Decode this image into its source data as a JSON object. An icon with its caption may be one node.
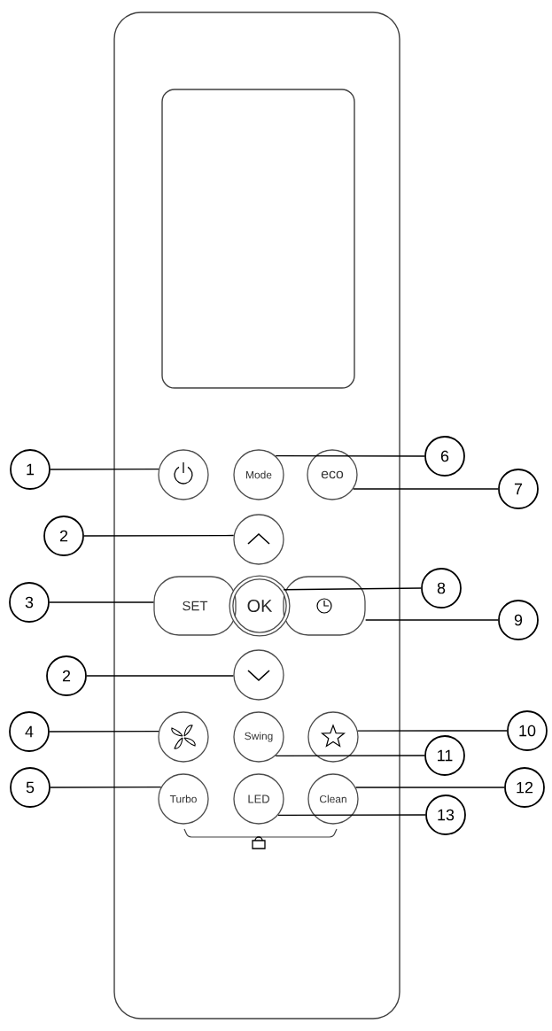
{
  "diagram": {
    "nodes": [
      {
        "text": [
          "1"
        ]
      },
      {
        "text": [],
        "shape": "circle"
      },
      {
        "text": [
          "Mode"
        ]
      },
      {
        "text": [
          "eco"
        ]
      },
      {
        "text": [
          "6"
        ]
      },
      {
        "text": [
          "7"
        ]
      },
      {
        "text": [
          "2"
        ]
      },
      {
        "text": [],
        "shape": "circle"
      },
      {
        "text": [
          "3"
        ]
      },
      {
        "text": [
          "SET"
        ]
      },
      {
        "text": [
          "OK"
        ]
      },
      {
        "text": [],
        "shape": "box"
      },
      {
        "text": [
          "8"
        ]
      },
      {
        "text": [
          "9"
        ]
      },
      {
        "text": [
          "2"
        ]
      },
      {
        "text": [],
        "shape": "circle"
      },
      {
        "text": [
          "4"
        ]
      },
      {
        "text": [],
        "shape": "circle"
      },
      {
        "text": [
          "Swing"
        ]
      },
      {
        "text": [],
        "shape": "circle"
      },
      {
        "text": [
          "10"
        ]
      },
      {
        "text": [
          "11"
        ]
      },
      {
        "text": [
          "5"
        ]
      },
      {
        "text": [
          "Turbo"
        ]
      },
      {
        "text": [
          "LED"
        ]
      },
      {
        "text": [
          "Clean"
        ]
      },
      {
        "text": [
          "12"
        ]
      },
      {
        "text": [
          "13"
        ]
      }
    ],
    "edges": [
      {
        "from": 0,
        "to": 1,
        "arrow": "none"
      },
      {
        "from": 4,
        "to": 2,
        "arrow": "none"
      },
      {
        "from": 5,
        "to": 3,
        "arrow": "none"
      },
      {
        "from": 6,
        "to": 7,
        "arrow": "none"
      },
      {
        "from": 8,
        "to": 9,
        "arrow": "none"
      },
      {
        "from": 12,
        "to": 10,
        "arrow": "none"
      },
      {
        "from": 13,
        "to": 11,
        "arrow": "none"
      },
      {
        "from": 14,
        "to": 15,
        "arrow": "none"
      },
      {
        "from": 16,
        "to": 17,
        "arrow": "none"
      },
      {
        "from": 20,
        "to": 19,
        "arrow": "none"
      },
      {
        "from": 21,
        "to": 18,
        "arrow": "none"
      },
      {
        "from": 22,
        "to": 23,
        "arrow": "none"
      },
      {
        "from": 26,
        "to": 25,
        "arrow": "none"
      },
      {
        "from": 27,
        "to": 24,
        "arrow": "none"
      }
    ]
  }
}
